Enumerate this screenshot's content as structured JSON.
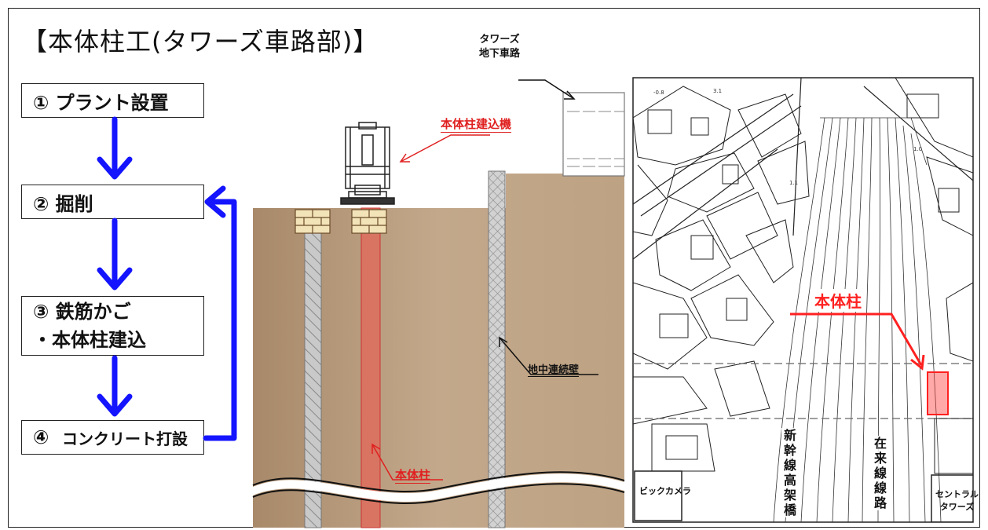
{
  "title": "【本体柱工(タワーズ車路部)】",
  "flow": {
    "step1": "① プラント設置",
    "step2": "② 掘削",
    "step3_line1": "③ 鉄筋かご",
    "step3_line2": "・本体柱建込",
    "step4_num": "④",
    "step4_text": "コンクリート打設"
  },
  "section": {
    "towers_road_line1": "タワーズ",
    "towers_road_line2": "地下車路",
    "machine_label": "本体柱建込機",
    "wall_label": "地中連続壁",
    "column_label": "本体柱"
  },
  "map": {
    "column_label": "本体柱",
    "shinkansen_label": "新幹線高架橋",
    "conventional_label": "在来線線路",
    "bic_camera_label": "ビックカメラ",
    "central_towers_line1": "セントラル",
    "central_towers_line2": "タワーズ",
    "spot_labels": [
      "-0.8",
      "3.1",
      "1.0",
      "1.1"
    ]
  },
  "colors": {
    "arrow_blue": "#1414ff",
    "highlight_red": "#ff2020",
    "soil": "#b79a7a",
    "column_fill": "#e06a5a"
  }
}
